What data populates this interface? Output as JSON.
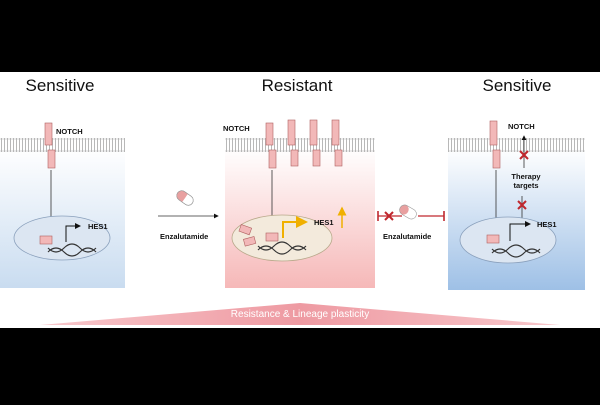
{
  "panels": {
    "left": {
      "title": "Sensitive",
      "receptor_label": "NOTCH",
      "gene_label": "HES1"
    },
    "middle": {
      "title": "Resistant",
      "receptor_label": "NOTCH",
      "gene_label": "HES1"
    },
    "right": {
      "title": "Sensitive",
      "receptor_label": "NOTCH",
      "gene_label": "HES1",
      "therapy_label_line1": "Therapy",
      "therapy_label_line2": "targets"
    }
  },
  "drug_labels": {
    "first": "Enzalutamide",
    "second": "Enzalutamide"
  },
  "banner_text": "Resistance &  Lineage plasticity",
  "colors": {
    "receptor": "#f2b8b8",
    "receptor_stroke": "#b06060",
    "blue_gradient_top": "#ffffff",
    "blue_gradient_bottom": "#a9c7e8",
    "pink_gradient_bottom": "#f4b0b0",
    "upregulation_arrow": "#f0b000",
    "inhibition": "#c0282e",
    "banner": "#f0a0a8"
  }
}
